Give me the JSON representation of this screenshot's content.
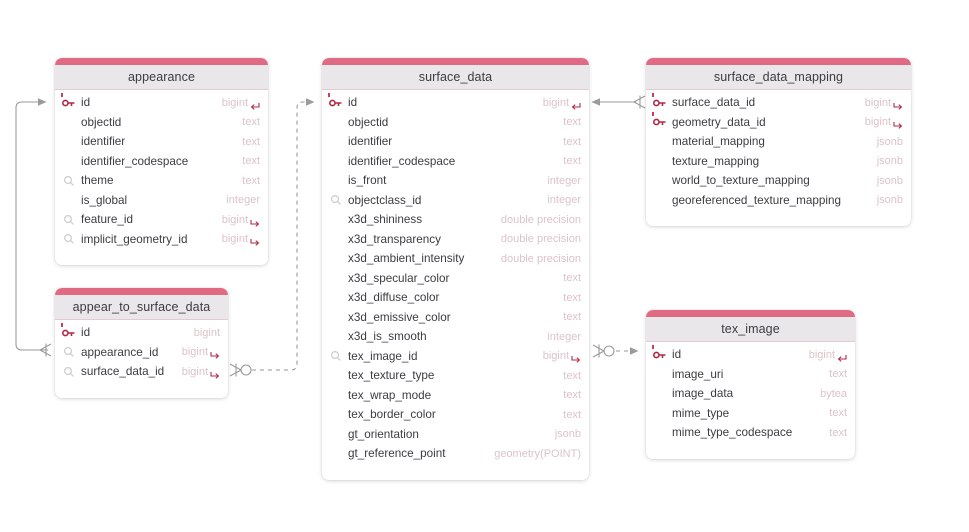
{
  "theme": {
    "accent": "#e06a84",
    "header_bg": "#e9e7e9",
    "pk_color": "#b02a45",
    "type_color": "#dcc3c8",
    "name_color": "#3d3b42",
    "edge_color": "#9a9a9a",
    "canvas_bg": "#ffffff"
  },
  "tables": [
    {
      "id": "appearance",
      "name": "appearance",
      "columns": [
        {
          "name": "id",
          "type": "bigint",
          "marker": "pk-key-icon",
          "ref": "incoming-ref-arrow-icon"
        },
        {
          "name": "objectid",
          "type": "text",
          "marker": "",
          "ref": ""
        },
        {
          "name": "identifier",
          "type": "text",
          "marker": "",
          "ref": ""
        },
        {
          "name": "identifier_codespace",
          "type": "text",
          "marker": "",
          "ref": ""
        },
        {
          "name": "theme",
          "type": "text",
          "marker": "index-search-icon",
          "ref": ""
        },
        {
          "name": "is_global",
          "type": "integer",
          "marker": "",
          "ref": ""
        },
        {
          "name": "feature_id",
          "type": "bigint",
          "marker": "index-search-icon",
          "ref": "outgoing-fk-arrow-icon"
        },
        {
          "name": "implicit_geometry_id",
          "type": "bigint",
          "marker": "index-search-icon",
          "ref": "outgoing-fk-arrow-icon"
        }
      ]
    },
    {
      "id": "appear_to_surface_data",
      "name": "appear_to_surface_data",
      "columns": [
        {
          "name": "id",
          "type": "bigint",
          "marker": "pk-key-icon",
          "ref": ""
        },
        {
          "name": "appearance_id",
          "type": "bigint",
          "marker": "index-search-icon",
          "ref": "outgoing-fk-arrow-icon"
        },
        {
          "name": "surface_data_id",
          "type": "bigint",
          "marker": "index-search-icon",
          "ref": "outgoing-fk-arrow-icon"
        }
      ]
    },
    {
      "id": "surface_data",
      "name": "surface_data",
      "columns": [
        {
          "name": "id",
          "type": "bigint",
          "marker": "pk-key-icon",
          "ref": "incoming-ref-arrow-icon"
        },
        {
          "name": "objectid",
          "type": "text",
          "marker": "",
          "ref": ""
        },
        {
          "name": "identifier",
          "type": "text",
          "marker": "",
          "ref": ""
        },
        {
          "name": "identifier_codespace",
          "type": "text",
          "marker": "",
          "ref": ""
        },
        {
          "name": "is_front",
          "type": "integer",
          "marker": "",
          "ref": ""
        },
        {
          "name": "objectclass_id",
          "type": "integer",
          "marker": "index-search-icon",
          "ref": ""
        },
        {
          "name": "x3d_shininess",
          "type": "double precision",
          "marker": "",
          "ref": ""
        },
        {
          "name": "x3d_transparency",
          "type": "double precision",
          "marker": "",
          "ref": ""
        },
        {
          "name": "x3d_ambient_intensity",
          "type": "double precision",
          "marker": "",
          "ref": ""
        },
        {
          "name": "x3d_specular_color",
          "type": "text",
          "marker": "",
          "ref": ""
        },
        {
          "name": "x3d_diffuse_color",
          "type": "text",
          "marker": "",
          "ref": ""
        },
        {
          "name": "x3d_emissive_color",
          "type": "text",
          "marker": "",
          "ref": ""
        },
        {
          "name": "x3d_is_smooth",
          "type": "integer",
          "marker": "",
          "ref": ""
        },
        {
          "name": "tex_image_id",
          "type": "bigint",
          "marker": "index-search-icon",
          "ref": "outgoing-fk-arrow-icon"
        },
        {
          "name": "tex_texture_type",
          "type": "text",
          "marker": "",
          "ref": ""
        },
        {
          "name": "tex_wrap_mode",
          "type": "text",
          "marker": "",
          "ref": ""
        },
        {
          "name": "tex_border_color",
          "type": "text",
          "marker": "",
          "ref": ""
        },
        {
          "name": "gt_orientation",
          "type": "jsonb",
          "marker": "",
          "ref": ""
        },
        {
          "name": "gt_reference_point",
          "type": "geometry(POINT)",
          "marker": "",
          "ref": ""
        }
      ]
    },
    {
      "id": "surface_data_mapping",
      "name": "surface_data_mapping",
      "columns": [
        {
          "name": "surface_data_id",
          "type": "bigint",
          "marker": "pk-key-icon",
          "ref": "outgoing-fk-arrow-icon"
        },
        {
          "name": "geometry_data_id",
          "type": "bigint",
          "marker": "pk-key-icon",
          "ref": "outgoing-fk-arrow-icon"
        },
        {
          "name": "material_mapping",
          "type": "jsonb",
          "marker": "",
          "ref": ""
        },
        {
          "name": "texture_mapping",
          "type": "jsonb",
          "marker": "",
          "ref": ""
        },
        {
          "name": "world_to_texture_mapping",
          "type": "jsonb",
          "marker": "",
          "ref": ""
        },
        {
          "name": "georeferenced_texture_mapping",
          "type": "jsonb",
          "marker": "",
          "ref": ""
        }
      ]
    },
    {
      "id": "tex_image",
      "name": "tex_image",
      "columns": [
        {
          "name": "id",
          "type": "bigint",
          "marker": "pk-key-icon",
          "ref": "incoming-ref-arrow-icon"
        },
        {
          "name": "image_uri",
          "type": "text",
          "marker": "",
          "ref": ""
        },
        {
          "name": "image_data",
          "type": "bytea",
          "marker": "",
          "ref": ""
        },
        {
          "name": "mime_type",
          "type": "text",
          "marker": "",
          "ref": ""
        },
        {
          "name": "mime_type_codespace",
          "type": "text",
          "marker": "",
          "ref": ""
        }
      ]
    }
  ],
  "relationships": [
    {
      "id": "rel-appear-to-surface-appearance",
      "from": "appear_to_surface_data.appearance_id",
      "to": "appearance.id",
      "style": "solid"
    },
    {
      "id": "rel-appear-to-surface-surface-data",
      "from": "appear_to_surface_data.surface_data_id",
      "to": "surface_data.id",
      "style": "dashed"
    },
    {
      "id": "rel-surface-data-mapping-surface-data",
      "from": "surface_data_mapping.surface_data_id",
      "to": "surface_data.id",
      "style": "solid"
    },
    {
      "id": "rel-surface-data-tex-image",
      "from": "surface_data.tex_image_id",
      "to": "tex_image.id",
      "style": "dashed"
    }
  ]
}
